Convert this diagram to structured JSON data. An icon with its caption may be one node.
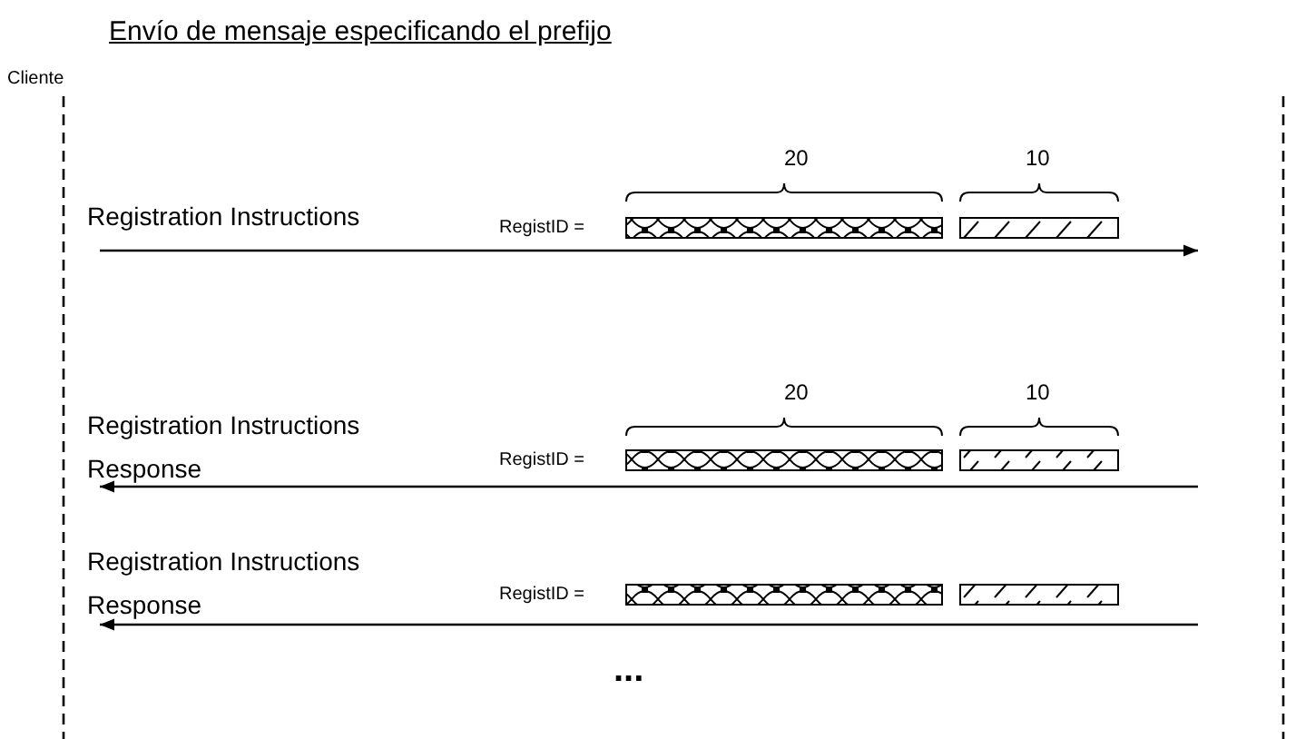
{
  "diagram": {
    "title": "Envío de mensaje especificando el prefijo",
    "nodes": [
      {
        "text": [
          "Cliente"
        ]
      },
      {
        "text": [],
        "shape": "line"
      }
    ],
    "edges": [
      {
        "from": 0,
        "to": 1,
        "arrow": "to",
        "label": "Registration Instructions"
      },
      {
        "from": 1,
        "to": 0,
        "arrow": "to",
        "label": "Registration Instructions Response"
      },
      {
        "from": 1,
        "to": 0,
        "arrow": "to",
        "label": "Registration Instructions Response"
      }
    ],
    "labels": [
      "20",
      "10",
      "RegistID =",
      "20",
      "10",
      "RegistID =",
      "RegistID =",
      "..."
    ]
  }
}
